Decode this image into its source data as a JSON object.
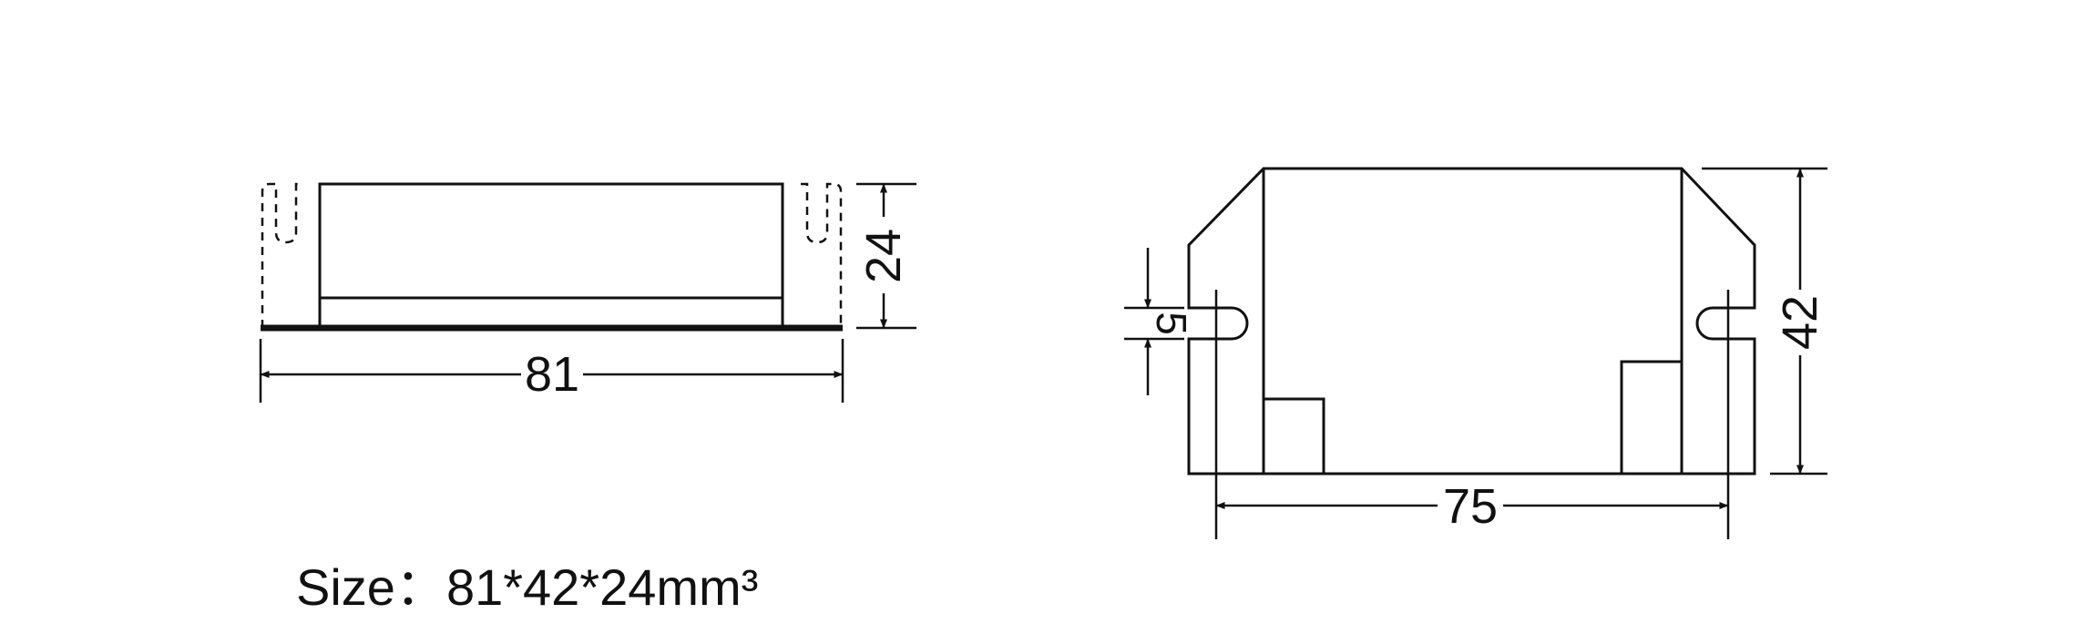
{
  "caption": {
    "label": "Size：",
    "value": "81*42*24mm³"
  },
  "side_view": {
    "width_dim": "81",
    "height_dim": "24"
  },
  "top_view": {
    "width_dim": "75",
    "height_dim": "42",
    "slot_dim": "5"
  },
  "colors": {
    "line": "#111111",
    "background": "#ffffff"
  }
}
